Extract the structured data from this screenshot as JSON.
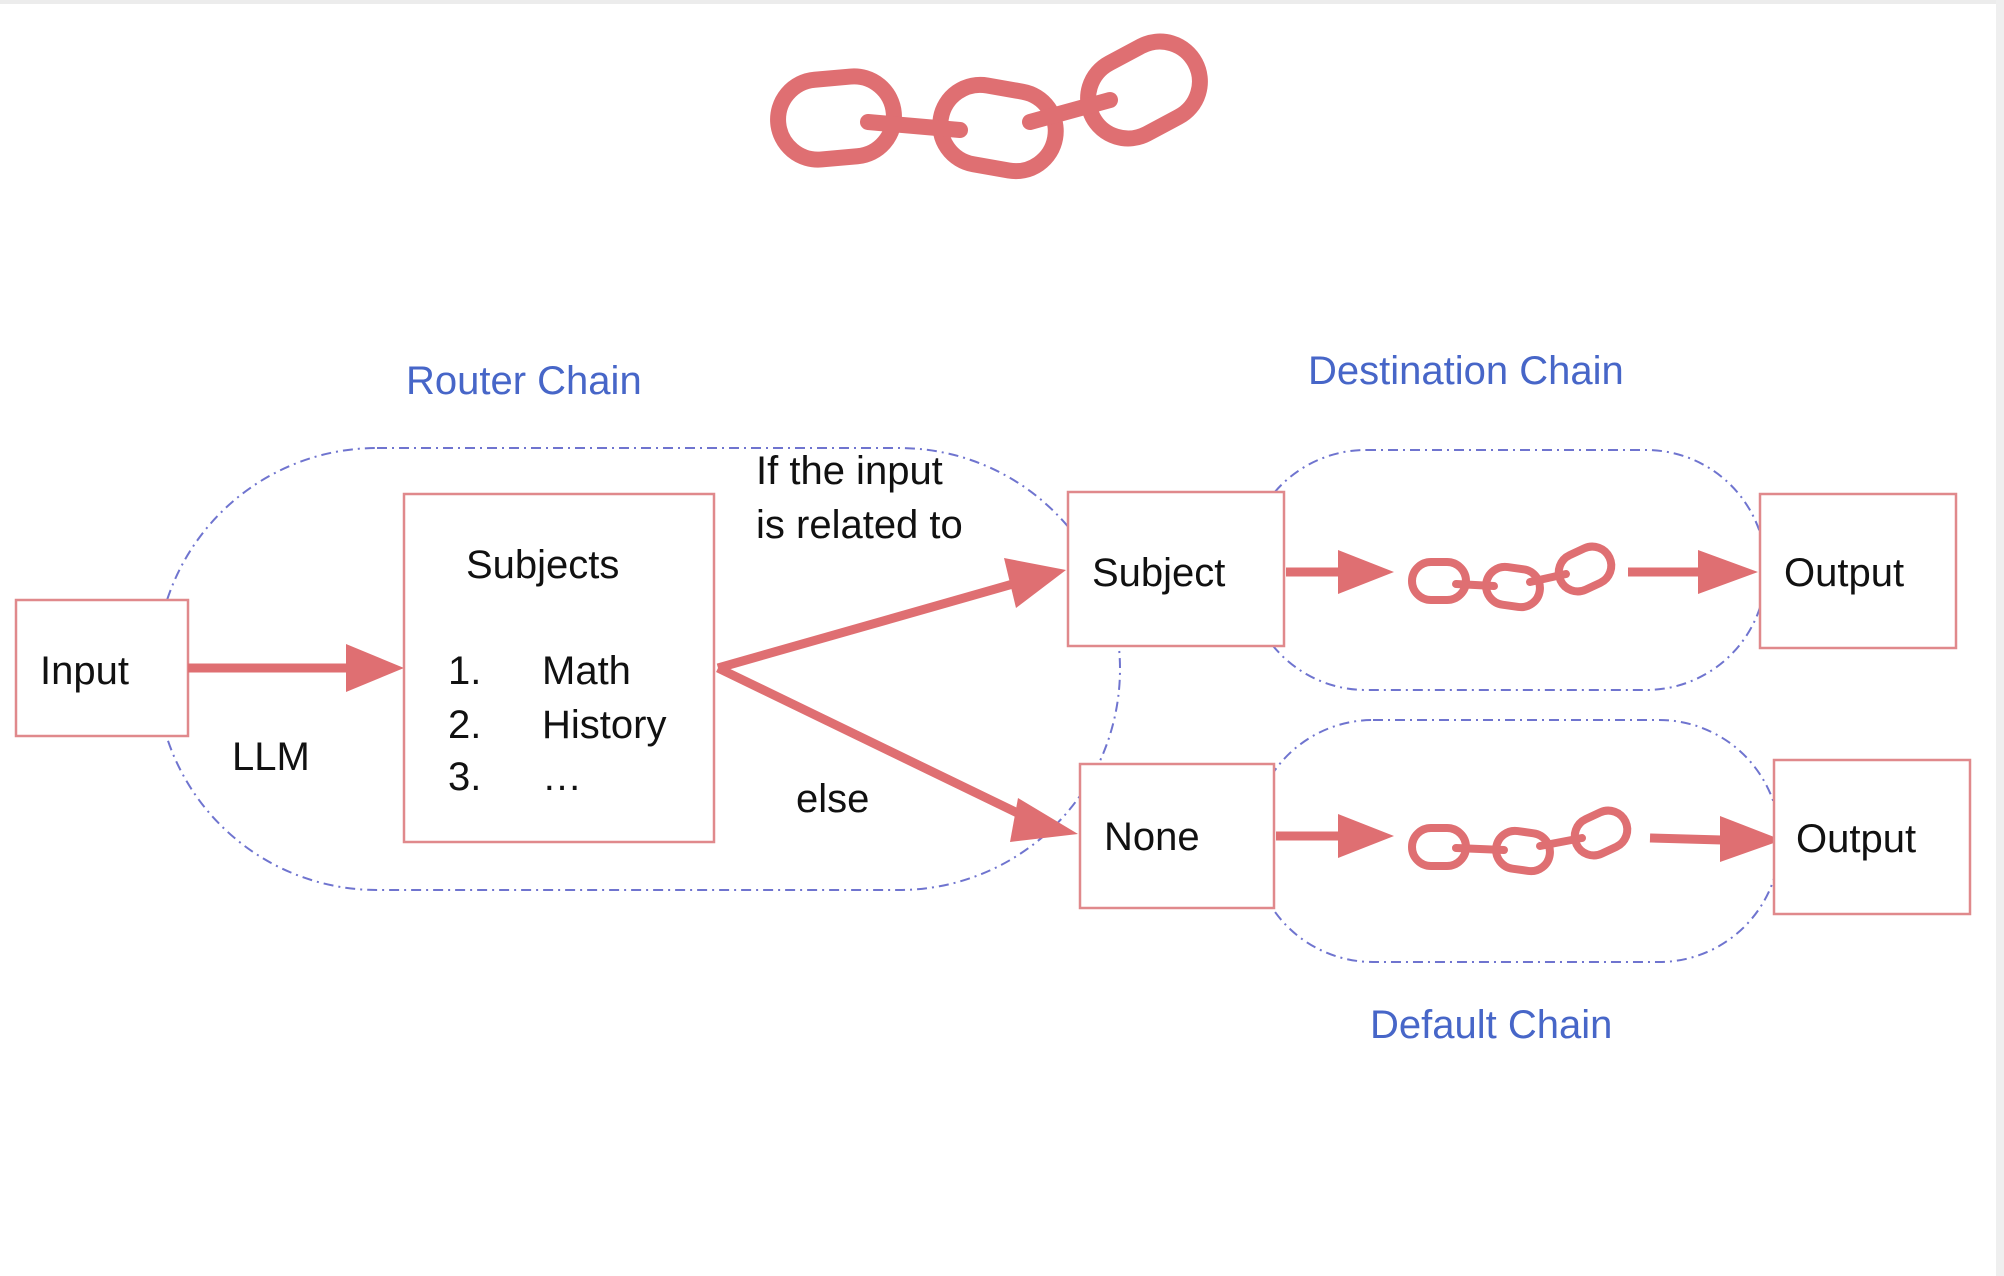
{
  "header_chain_icon": "chain-link-icon",
  "router": {
    "title": "Router Chain",
    "llm_label": "LLM",
    "condition_text_line1": "If the input",
    "condition_text_line2": "is related to",
    "else_label": "else"
  },
  "input_box": {
    "label": "Input"
  },
  "subjects_box": {
    "title": "Subjects",
    "items": [
      {
        "number": "1.",
        "text": "Math"
      },
      {
        "number": "2.",
        "text": "History"
      },
      {
        "number": "3.",
        "text": "…"
      }
    ]
  },
  "destination": {
    "title": "Destination Chain",
    "entry_label": "Subject",
    "output_label": "Output",
    "chain_icon": "chain-link-icon"
  },
  "default": {
    "title": "Default Chain",
    "entry_label": "None",
    "output_label": "Output",
    "chain_icon": "chain-link-icon"
  },
  "colors": {
    "arrow": "#df6f72",
    "box_border": "#e0898c",
    "dashed_border": "#6f74cf",
    "title_blue": "#4766c8"
  }
}
